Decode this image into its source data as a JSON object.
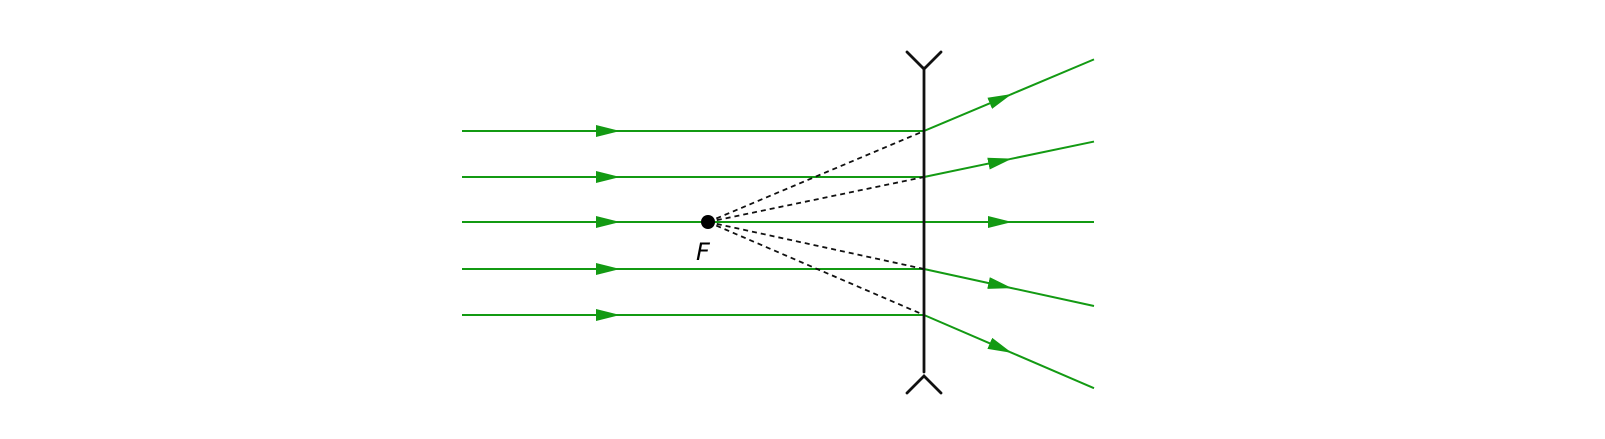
{
  "diagram": {
    "focal_label": "F",
    "colors": {
      "ray": "#139a13",
      "lens": "#111111",
      "virtual_ray": "#111111",
      "focal_point": "#000000",
      "background": "#ffffff"
    },
    "elements": {
      "incident_rays": 5,
      "refracted_rays": 5,
      "virtual_extensions": 4,
      "lens_type": "diverging"
    }
  }
}
